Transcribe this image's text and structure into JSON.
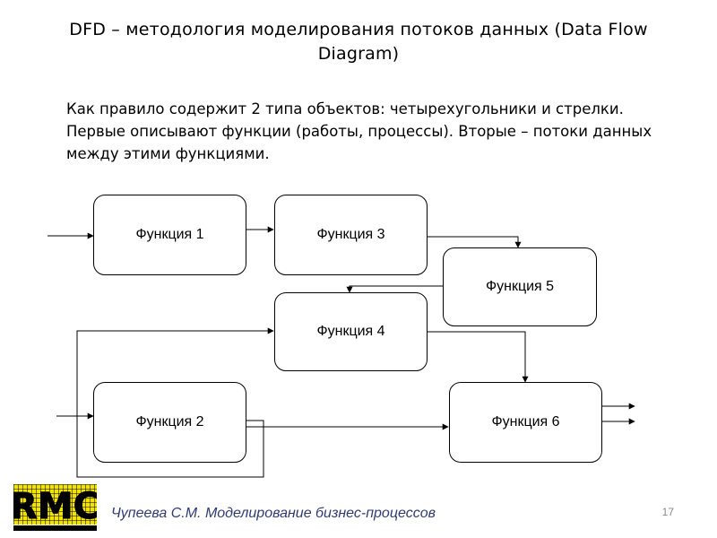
{
  "slide": {
    "title": "DFD – методология моделирования потоков данных (Data Flow Diagram)",
    "intro": "Как правило содержит 2 типа объектов: четырехугольники и стрелки. Первые описывают функции (работы, процессы). Вторые – потоки данных между этими функциями."
  },
  "diagram": {
    "boxes": {
      "f1": "Функция 1",
      "f2": "Функция 2",
      "f3": "Функция 3",
      "f4": "Функция 4",
      "f5": "Функция 5",
      "f6": "Функция 6"
    }
  },
  "footer": {
    "author_text": "Чупеева С.М. Моделирование бизнес-процессов",
    "page_number": "17",
    "logo_text": "RMC"
  },
  "colors": {
    "footer_text": "#2f3b73",
    "logo_yellow": "#f2e400",
    "page_number": "#8a8a8a"
  }
}
